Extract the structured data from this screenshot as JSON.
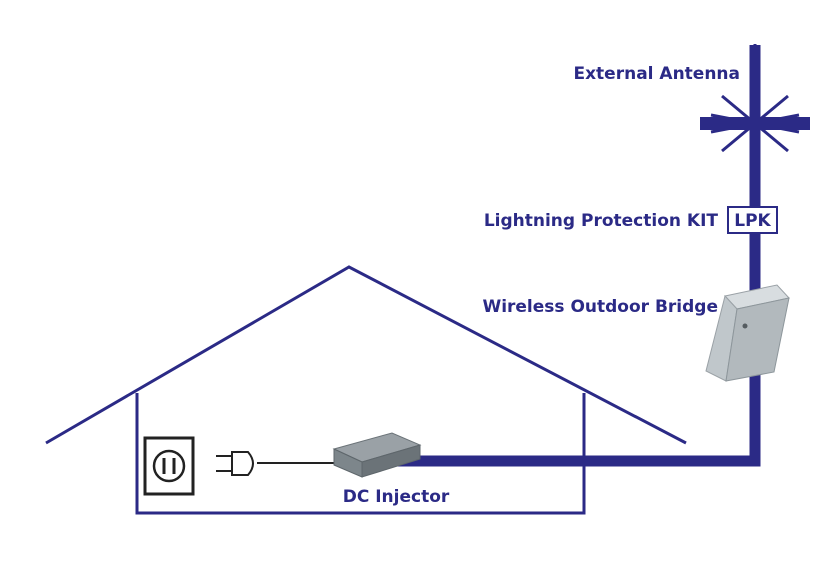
{
  "labels": {
    "external_antenna": "External Antenna",
    "lightning_protection": "Lightning Protection KIT",
    "lpk_badge": "LPK",
    "wireless_bridge": "Wireless Outdoor Bridge",
    "dc_injector": "DC Injector"
  },
  "colors": {
    "primary": "#2b2a86",
    "device_light": "#d8dde0",
    "device_mid": "#b2b9bd",
    "device_dark": "#7d868b",
    "injector_top": "#9aa1a6",
    "injector_side": "#6b7378",
    "outlet": "#222222"
  },
  "icons": {
    "antenna": "starburst-antenna-icon",
    "outlet": "wall-outlet-icon",
    "plug": "power-plug-icon"
  }
}
